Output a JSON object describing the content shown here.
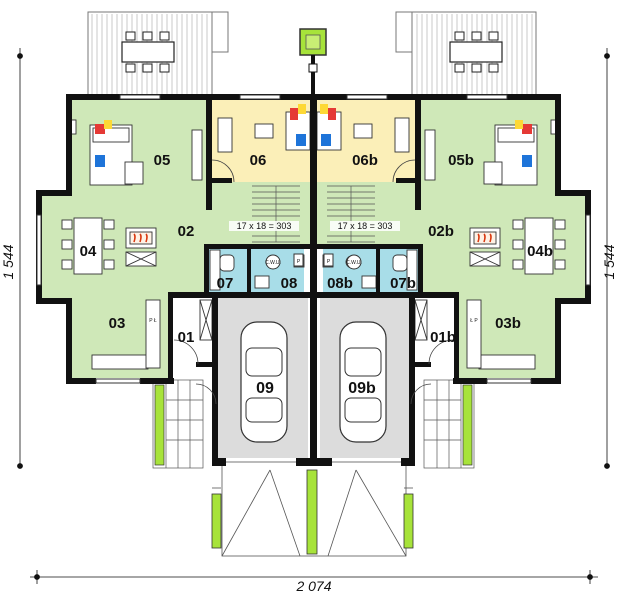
{
  "dimensions": {
    "left": "1 544",
    "right": "1 544",
    "bottom": "2 074"
  },
  "rooms": {
    "r01": "01",
    "r01b": "01b",
    "r02": "02",
    "r02b": "02b",
    "r03": "03",
    "r03b": "03b",
    "r04": "04",
    "r04b": "04b",
    "r05": "05",
    "r05b": "05b",
    "r06": "06",
    "r06b": "06b",
    "r07": "07",
    "r07b": "07b",
    "r08": "08",
    "r08b": "08b",
    "r09": "09",
    "r09b": "09b"
  },
  "stairs": {
    "left": "17 x 18 = 303",
    "right": "17 x 18 = 303"
  },
  "fixtures": {
    "boiler_left": "C.W.U.",
    "boiler_right": "C.W.U.",
    "p_left": "P",
    "p_right": "P",
    "kitchen_left": "P  Ł",
    "kitchen_right": "Ł  P"
  },
  "colors": {
    "living": "#cfe8b8",
    "bedroom": "#fbefb8",
    "bathroom": "#a8dde8",
    "garage": "#dcdcdc",
    "wall": "#111111",
    "accent_green": "#a7e33a"
  }
}
